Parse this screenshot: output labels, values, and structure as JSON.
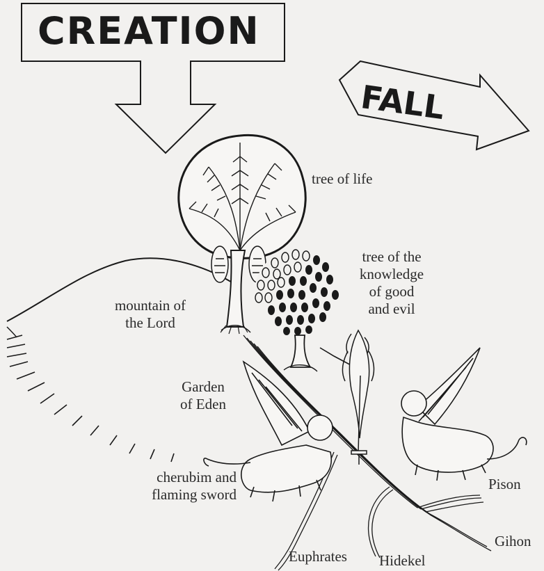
{
  "banners": {
    "creation": "CREATION",
    "fall": "FALL"
  },
  "labels": {
    "tree_of_life": "tree of life",
    "tree_of_knowledge": "tree of the\nknowledge\nof good\nand evil",
    "mountain": "mountain of\nthe Lord",
    "garden": "Garden\nof Eden",
    "cherubim": "cherubim and\nflaming sword",
    "pison": "Pison",
    "gihon": "Gihon",
    "euphrates": "Euphrates",
    "hidekel": "Hidekel"
  },
  "colors": {
    "ink": "#1a1a1a",
    "paper": "#f2f1ef"
  }
}
